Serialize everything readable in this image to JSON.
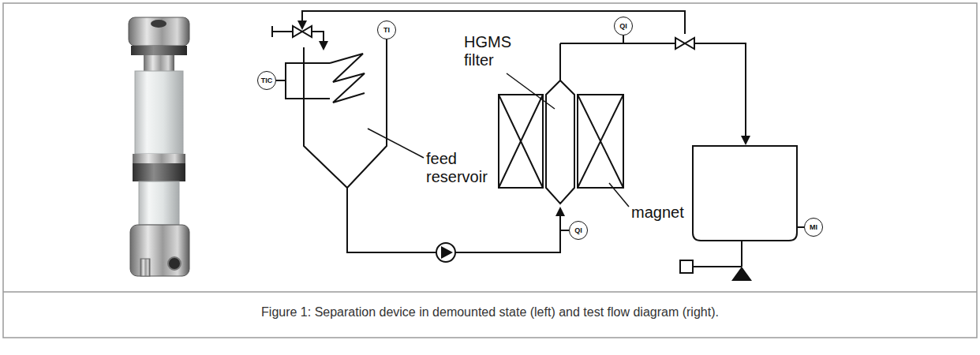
{
  "diagram": {
    "caption": "Figure 1: Separation device in demounted state (left) and test flow diagram (right).",
    "nodes": [
      {
        "text": [
          "TIC"
        ]
      },
      {
        "text": [
          "TI"
        ]
      },
      {
        "text": [
          "QI"
        ]
      },
      {
        "text": [
          "QI"
        ]
      },
      {
        "text": [
          "MI"
        ]
      }
    ],
    "labels": [
      "HGMS filter",
      "feed reservoir",
      "magnet"
    ]
  }
}
